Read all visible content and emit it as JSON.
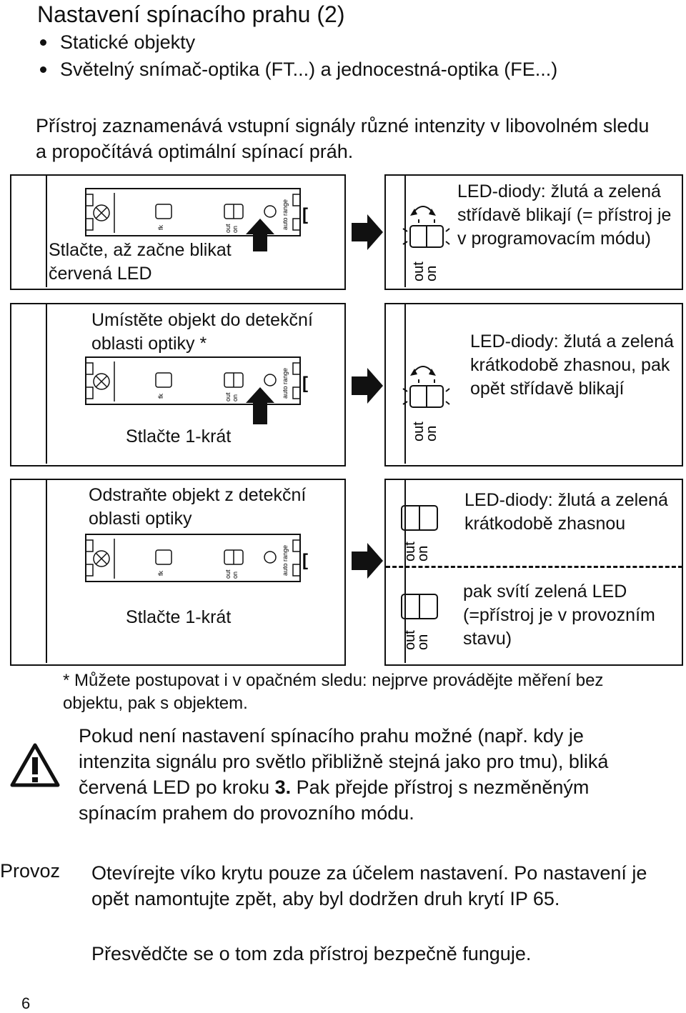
{
  "title": "Nastavení spínacího prahu (2)",
  "bullets": [
    "Statické objekty",
    "Světelný snímač-optika (FT...) a jednocestná-optika (FE...)"
  ],
  "intro": "Přístroj zaznamenává vstupní signály různé intenzity v libovolném sledu a propočítává optimální spínací práh.",
  "device_labels": {
    "fk": "fk",
    "out": "out",
    "on": "on",
    "auto_range": "auto range",
    "bracket": "["
  },
  "led_labels": {
    "out": "out",
    "on": "on"
  },
  "steps": [
    {
      "left_top": "",
      "left_bottom": "Stlačte, až začne blikat červená LED",
      "right": "LED-diody: žlutá a zelená střídavě blikají (= přístroj je v programovacím módu)"
    },
    {
      "left_top": "Umístěte objekt do detekční oblasti optiky *",
      "left_bottom": "Stlačte 1-krát",
      "right": "LED-diody: žlutá a zelená krátkodobě zhasnou, pak opět střídavě blikají"
    },
    {
      "left_top": "Odstraňte objekt z detekční oblasti optiky",
      "left_bottom": "Stlačte 1-krát",
      "right": "LED-diody: žlutá a zelená krátkodobě zhasnou",
      "right2": "pak svítí zelená LED (=přístroj je v provozním stavu)"
    }
  ],
  "note": "* Můžete postupovat i v opačném sledu: nejprve provádějte měření bez objektu, pak s objektem.",
  "warning": {
    "pre": "Pokud není nastavení spínacího prahu možné (např. kdy je intenzita signálu pro světlo  přibližně stejná jako pro tmu), bliká červená LED po kroku ",
    "bold": "3.",
    "post": " Pak přejde přístroj s nezměněným spínacím prahem do provozního módu."
  },
  "provoz_label": "Provoz",
  "provoz_text": "Otevírejte víko krytu pouze za účelem nastavení. Po nastavení je opět namontujte zpět, aby byl dodržen druh krytí IP 65.",
  "final": "Přesvědčte se o tom zda přístroj bezpečně funguje.",
  "page_number": "6"
}
